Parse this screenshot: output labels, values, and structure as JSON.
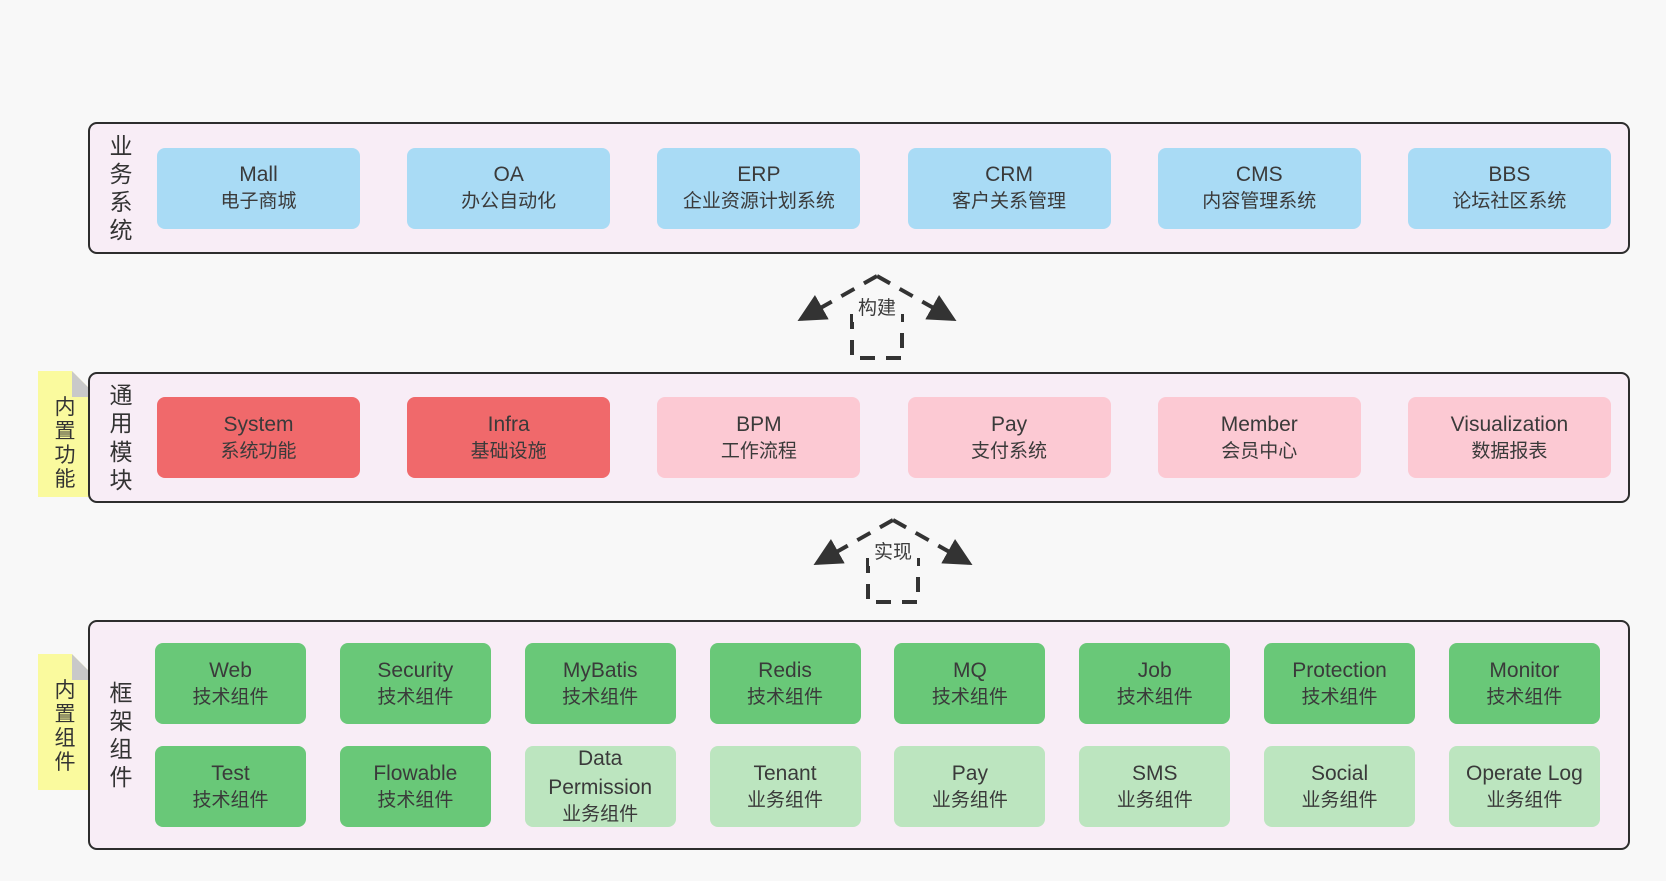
{
  "layers": {
    "business": {
      "side_label": "业务系统",
      "boxes": [
        {
          "en": "Mall",
          "zh": "电子商城",
          "color": "blue"
        },
        {
          "en": "OA",
          "zh": "办公自动化",
          "color": "blue"
        },
        {
          "en": "ERP",
          "zh": "企业资源计划系统",
          "color": "blue"
        },
        {
          "en": "CRM",
          "zh": "客户关系管理",
          "color": "blue"
        },
        {
          "en": "CMS",
          "zh": "内容管理系统",
          "color": "blue"
        },
        {
          "en": "BBS",
          "zh": "论坛社区系统",
          "color": "blue"
        }
      ]
    },
    "modules": {
      "side_label": "通用模块",
      "note": "内置功能",
      "boxes": [
        {
          "en": "System",
          "zh": "系统功能",
          "color": "red"
        },
        {
          "en": "Infra",
          "zh": "基础设施",
          "color": "red"
        },
        {
          "en": "BPM",
          "zh": "工作流程",
          "color": "pink"
        },
        {
          "en": "Pay",
          "zh": "支付系统",
          "color": "pink"
        },
        {
          "en": "Member",
          "zh": "会员中心",
          "color": "pink"
        },
        {
          "en": "Visualization",
          "zh": "数据报表",
          "color": "pink"
        }
      ]
    },
    "components": {
      "side_label": "框架组件",
      "note": "内置组件",
      "rows": [
        [
          {
            "en": "Web",
            "zh": "技术组件",
            "color": "green"
          },
          {
            "en": "Security",
            "zh": "技术组件",
            "color": "green"
          },
          {
            "en": "MyBatis",
            "zh": "技术组件",
            "color": "green"
          },
          {
            "en": "Redis",
            "zh": "技术组件",
            "color": "green"
          },
          {
            "en": "MQ",
            "zh": "技术组件",
            "color": "green"
          },
          {
            "en": "Job",
            "zh": "技术组件",
            "color": "green"
          },
          {
            "en": "Protection",
            "zh": "技术组件",
            "color": "green"
          },
          {
            "en": "Monitor",
            "zh": "技术组件",
            "color": "green"
          }
        ],
        [
          {
            "en": "Test",
            "zh": "技术组件",
            "color": "green"
          },
          {
            "en": "Flowable",
            "zh": "技术组件",
            "color": "green"
          },
          {
            "en": "Data Permission",
            "zh": "业务组件",
            "color": "lightgreen"
          },
          {
            "en": "Tenant",
            "zh": "业务组件",
            "color": "lightgreen"
          },
          {
            "en": "Pay",
            "zh": "业务组件",
            "color": "lightgreen"
          },
          {
            "en": "SMS",
            "zh": "业务组件",
            "color": "lightgreen"
          },
          {
            "en": "Social",
            "zh": "业务组件",
            "color": "lightgreen"
          },
          {
            "en": "Operate Log",
            "zh": "业务组件",
            "color": "lightgreen"
          }
        ]
      ]
    }
  },
  "arrows": [
    {
      "label": "构建"
    },
    {
      "label": "实现"
    }
  ],
  "colors": {
    "band": "#f8edf6",
    "border": "#2d2d2d",
    "blue": "#a9dbf5",
    "red": "#f0696b",
    "pink": "#fcc9d3",
    "green": "#69c878",
    "lightgreen": "#bce5bf",
    "note": "#fafa9e",
    "fold": "#c9c9c9",
    "dash": "#333333"
  }
}
